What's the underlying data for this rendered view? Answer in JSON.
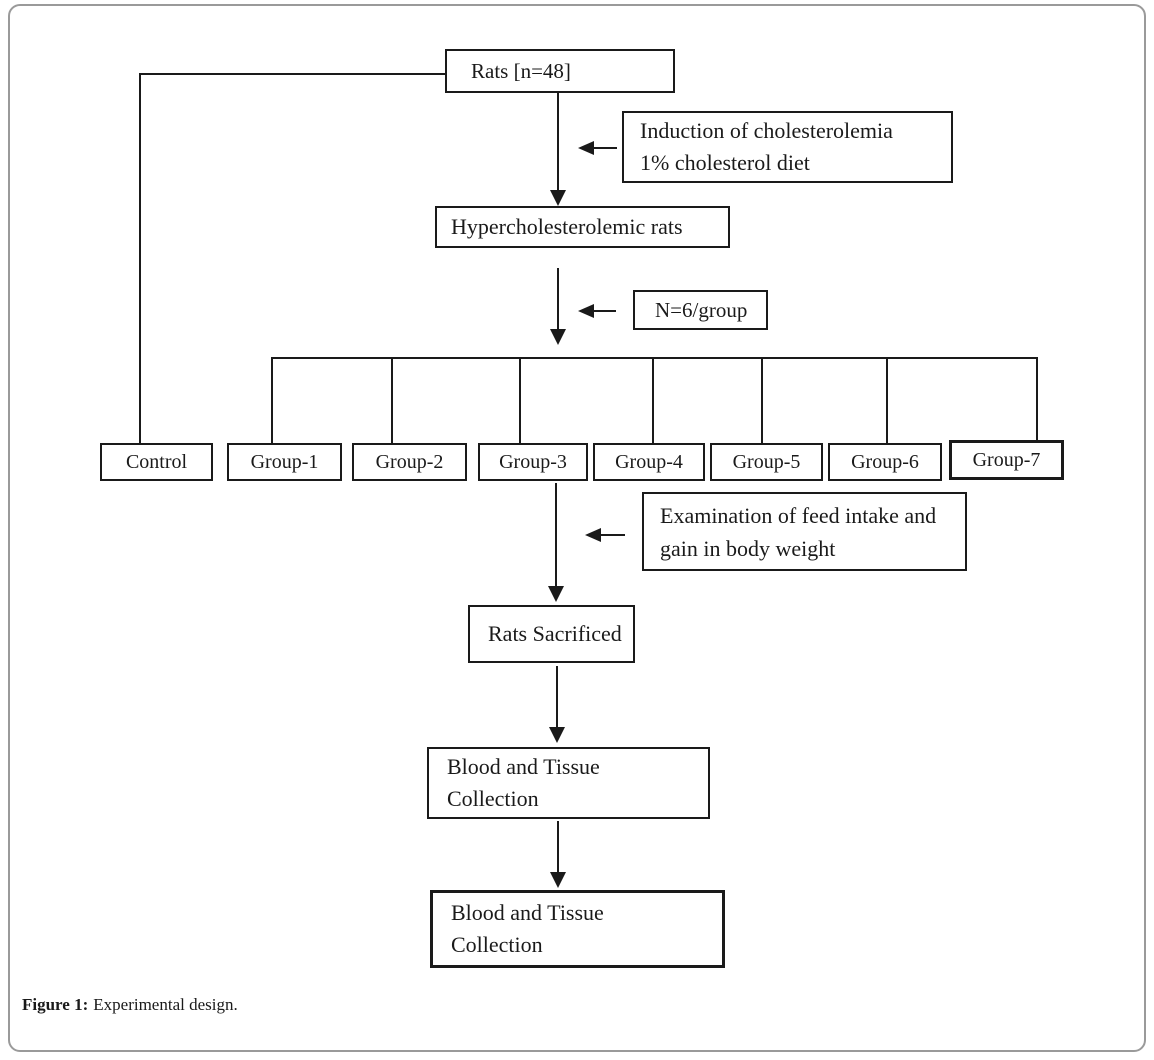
{
  "figure": {
    "caption_label": "Figure 1:",
    "caption_text": "Experimental design.",
    "nodes": {
      "rats": "Rats [n=48]",
      "induction": [
        "Induction of cholesterolemia",
        "1% cholesterol diet"
      ],
      "hypercholesterolemic": "Hypercholesterolemic rats",
      "n_per_group": "N=6/group",
      "groups": [
        "Control",
        "Group-1",
        "Group-2",
        "Group-3",
        "Group-4",
        "Group-5",
        "Group-6",
        "Group-7"
      ],
      "examination": [
        "Examination of feed intake and",
        "gain in body weight"
      ],
      "sacrificed": "Rats Sacrificed",
      "blood_tissue_1": [
        "Blood and Tissue",
        "Collection"
      ],
      "blood_tissue_2": [
        "Blood and Tissue",
        "Collection"
      ]
    },
    "colors": {
      "line": "#1a1a1a",
      "frame_border": "#9a9a9a",
      "background": "#ffffff"
    }
  }
}
